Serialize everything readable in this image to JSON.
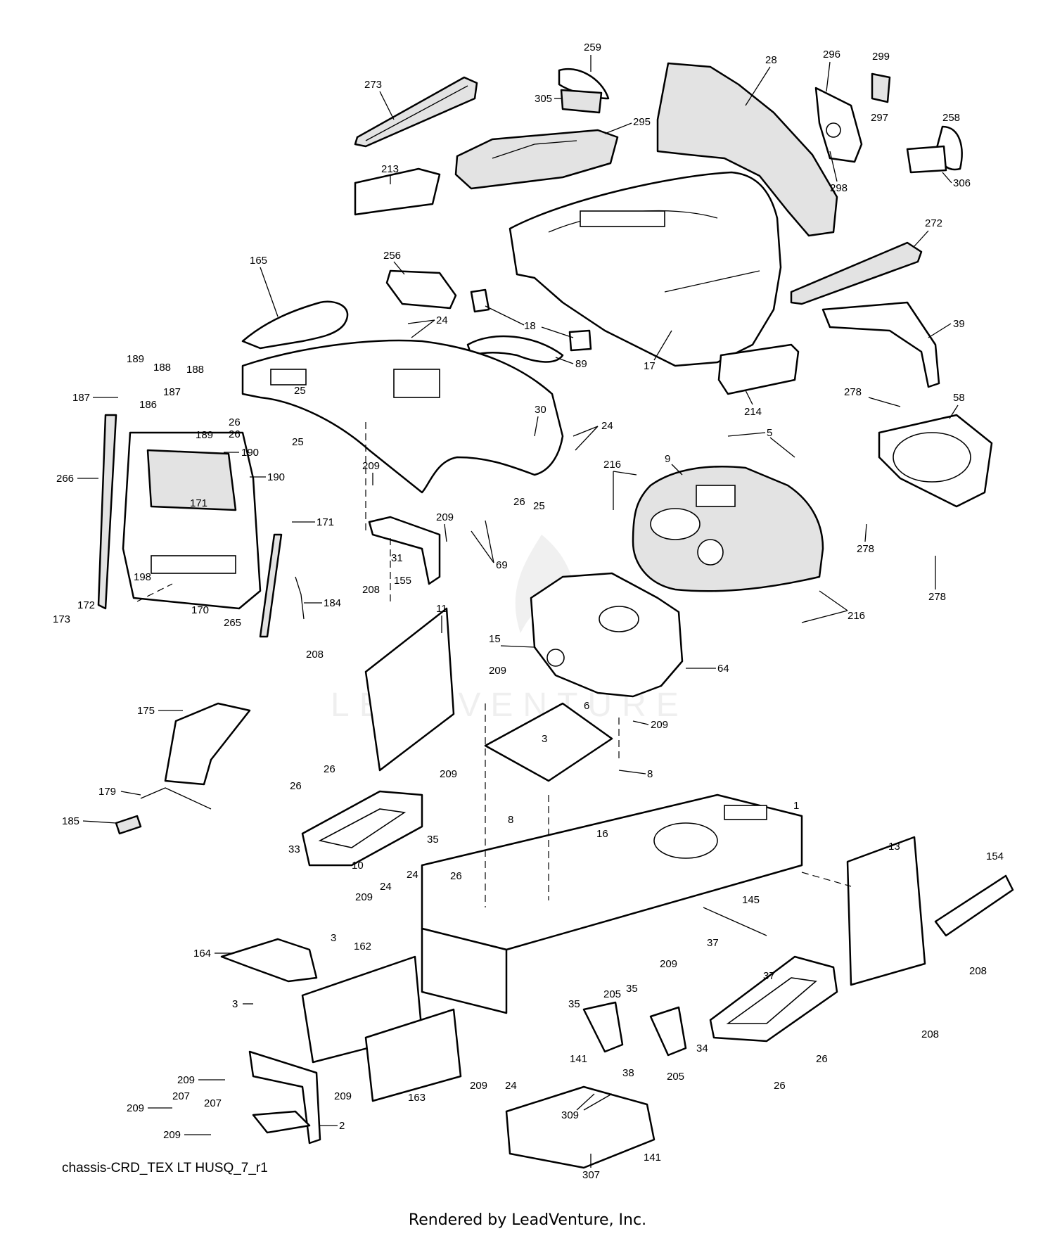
{
  "diagram_id": "chassis-CRD_TEX LT HUSQ_7_r1",
  "footer": "Rendered by LeadVenture, Inc.",
  "watermark": "LEADVENTURE",
  "callouts": [
    {
      "id": "c259",
      "label": "259"
    },
    {
      "id": "c273",
      "label": "273"
    },
    {
      "id": "c305",
      "label": "305"
    },
    {
      "id": "c28",
      "label": "28"
    },
    {
      "id": "c296",
      "label": "296"
    },
    {
      "id": "c299",
      "label": "299"
    },
    {
      "id": "c297",
      "label": "297"
    },
    {
      "id": "c258",
      "label": "258"
    },
    {
      "id": "c295",
      "label": "295"
    },
    {
      "id": "c298",
      "label": "298"
    },
    {
      "id": "c306",
      "label": "306"
    },
    {
      "id": "c213",
      "label": "213"
    },
    {
      "id": "c272",
      "label": "272"
    },
    {
      "id": "c165",
      "label": "165"
    },
    {
      "id": "c256",
      "label": "256"
    },
    {
      "id": "c39",
      "label": "39"
    },
    {
      "id": "c24a",
      "label": "24"
    },
    {
      "id": "c18",
      "label": "18"
    },
    {
      "id": "c89",
      "label": "89"
    },
    {
      "id": "c17",
      "label": "17"
    },
    {
      "id": "c189a",
      "label": "189"
    },
    {
      "id": "c188a",
      "label": "188"
    },
    {
      "id": "c188b",
      "label": "188"
    },
    {
      "id": "c187a",
      "label": "187"
    },
    {
      "id": "c187b",
      "label": "187"
    },
    {
      "id": "c186",
      "label": "186"
    },
    {
      "id": "c189b",
      "label": "189"
    },
    {
      "id": "c25a",
      "label": "25"
    },
    {
      "id": "c26a",
      "label": "26"
    },
    {
      "id": "c26b",
      "label": "26"
    },
    {
      "id": "c25b",
      "label": "25"
    },
    {
      "id": "c214",
      "label": "214"
    },
    {
      "id": "c278a",
      "label": "278"
    },
    {
      "id": "c30",
      "label": "30"
    },
    {
      "id": "c24b",
      "label": "24"
    },
    {
      "id": "c5",
      "label": "5"
    },
    {
      "id": "c58",
      "label": "58"
    },
    {
      "id": "c9",
      "label": "9"
    },
    {
      "id": "c216a",
      "label": "216"
    },
    {
      "id": "c190a",
      "label": "190"
    },
    {
      "id": "c266",
      "label": "266"
    },
    {
      "id": "c190b",
      "label": "190"
    },
    {
      "id": "c209a",
      "label": "209"
    },
    {
      "id": "c26c",
      "label": "26"
    },
    {
      "id": "c25c",
      "label": "25"
    },
    {
      "id": "c171a",
      "label": "171"
    },
    {
      "id": "c171b",
      "label": "171"
    },
    {
      "id": "c209b",
      "label": "209"
    },
    {
      "id": "c278b",
      "label": "278"
    },
    {
      "id": "c31",
      "label": "31"
    },
    {
      "id": "c69",
      "label": "69"
    },
    {
      "id": "c198",
      "label": "198"
    },
    {
      "id": "c208a",
      "label": "208"
    },
    {
      "id": "c155",
      "label": "155"
    },
    {
      "id": "c278c",
      "label": "278"
    },
    {
      "id": "c172",
      "label": "172"
    },
    {
      "id": "c184",
      "label": "184"
    },
    {
      "id": "c216b",
      "label": "216"
    },
    {
      "id": "c173",
      "label": "173"
    },
    {
      "id": "c170",
      "label": "170"
    },
    {
      "id": "c265",
      "label": "265"
    },
    {
      "id": "c11",
      "label": "11"
    },
    {
      "id": "c15",
      "label": "15"
    },
    {
      "id": "c208b",
      "label": "208"
    },
    {
      "id": "c209c",
      "label": "209"
    },
    {
      "id": "c64",
      "label": "64"
    },
    {
      "id": "c175",
      "label": "175"
    },
    {
      "id": "c6",
      "label": "6"
    },
    {
      "id": "c209d",
      "label": "209"
    },
    {
      "id": "c3a",
      "label": "3"
    },
    {
      "id": "c26d",
      "label": "26"
    },
    {
      "id": "c209e",
      "label": "209"
    },
    {
      "id": "c8a",
      "label": "8"
    },
    {
      "id": "c26e",
      "label": "26"
    },
    {
      "id": "c179",
      "label": "179"
    },
    {
      "id": "c8b",
      "label": "8"
    },
    {
      "id": "c1",
      "label": "1"
    },
    {
      "id": "c185",
      "label": "185"
    },
    {
      "id": "c35a",
      "label": "35"
    },
    {
      "id": "c16",
      "label": "16"
    },
    {
      "id": "c33",
      "label": "33"
    },
    {
      "id": "c13",
      "label": "13"
    },
    {
      "id": "c154",
      "label": "154"
    },
    {
      "id": "c10",
      "label": "10"
    },
    {
      "id": "c24c",
      "label": "24"
    },
    {
      "id": "c24d",
      "label": "24"
    },
    {
      "id": "c26f",
      "label": "26"
    },
    {
      "id": "c209f",
      "label": "209"
    },
    {
      "id": "c145",
      "label": "145"
    },
    {
      "id": "c164",
      "label": "164"
    },
    {
      "id": "c3b",
      "label": "3"
    },
    {
      "id": "c162",
      "label": "162"
    },
    {
      "id": "c37a",
      "label": "37"
    },
    {
      "id": "c209g",
      "label": "209"
    },
    {
      "id": "c208c",
      "label": "208"
    },
    {
      "id": "c37b",
      "label": "37"
    },
    {
      "id": "c35b",
      "label": "35"
    },
    {
      "id": "c205a",
      "label": "205"
    },
    {
      "id": "c3c",
      "label": "3"
    },
    {
      "id": "c35c",
      "label": "35"
    },
    {
      "id": "c208d",
      "label": "208"
    },
    {
      "id": "c34",
      "label": "34"
    },
    {
      "id": "c26g",
      "label": "26"
    },
    {
      "id": "c141a",
      "label": "141"
    },
    {
      "id": "c38",
      "label": "38"
    },
    {
      "id": "c205b",
      "label": "205"
    },
    {
      "id": "c209h",
      "label": "209"
    },
    {
      "id": "c26h",
      "label": "26"
    },
    {
      "id": "c209i",
      "label": "209"
    },
    {
      "id": "c24e",
      "label": "24"
    },
    {
      "id": "c163",
      "label": "163"
    },
    {
      "id": "c207a",
      "label": "207"
    },
    {
      "id": "c207b",
      "label": "207"
    },
    {
      "id": "c209j",
      "label": "209"
    },
    {
      "id": "c2",
      "label": "2"
    },
    {
      "id": "c209k",
      "label": "209"
    },
    {
      "id": "c309",
      "label": "309"
    },
    {
      "id": "c209l",
      "label": "209"
    },
    {
      "id": "c141b",
      "label": "141"
    },
    {
      "id": "c307",
      "label": "307"
    }
  ]
}
